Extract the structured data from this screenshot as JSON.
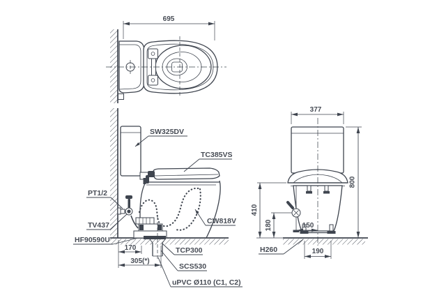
{
  "drawing": {
    "type": "toilet-installation-technical-drawing",
    "top_view": {
      "dims": {
        "overall_depth": "695"
      }
    },
    "side_view": {
      "labels": {
        "tank": "SW325DV",
        "seat": "TC385VS",
        "supply_inlet": "PT1/2",
        "stop_valve": "TV437",
        "supply_hose": "HF90590U",
        "bowl": "CW818V",
        "flange": "TCP300",
        "socket": "SCS530",
        "drain_pipe": "uPVC Ø110 (C1, C2)"
      },
      "dims": {
        "wall_to_trap": "170",
        "wall_to_outlet": "305(*)"
      }
    },
    "front_view": {
      "dims": {
        "tank_width": "377",
        "overall_height": "800",
        "rim_height": "410",
        "valve_height": "180",
        "valve_offset": "150",
        "drain_height": "H260",
        "bolt_spacing": "190"
      }
    },
    "colors": {
      "line": "#3f454f",
      "text": "#474c55",
      "background": "#ffffff"
    }
  }
}
